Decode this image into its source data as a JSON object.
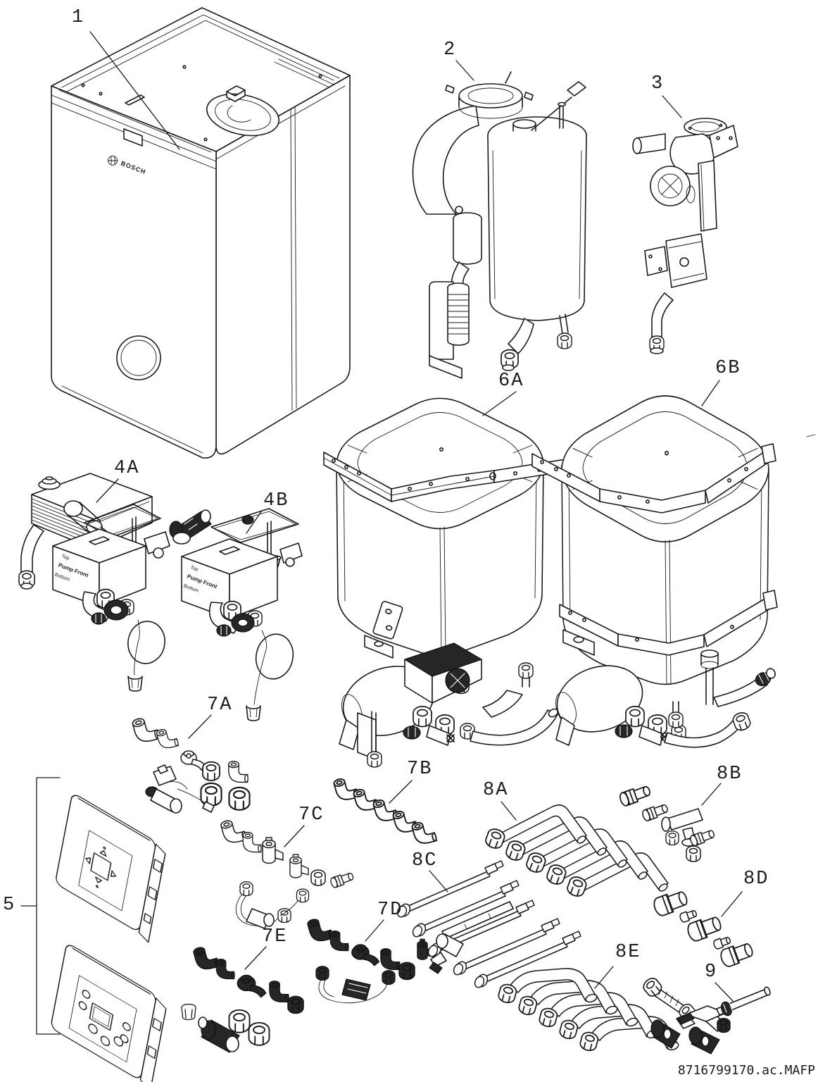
{
  "diagram": {
    "footer_code": "8716799170.ac.MAFP",
    "brand_logo": "BOSCH",
    "pump_box": {
      "top": "Top",
      "front": "Pump Front",
      "bottom": "Bottom"
    },
    "colors": {
      "line": "#1a1a1a",
      "background": "#ffffff"
    },
    "callouts": [
      {
        "label": "1"
      },
      {
        "label": "2"
      },
      {
        "label": "3"
      },
      {
        "label": "4A"
      },
      {
        "label": "4B"
      },
      {
        "label": "5"
      },
      {
        "label": "6A"
      },
      {
        "label": "6B"
      },
      {
        "label": "7A"
      },
      {
        "label": "7B"
      },
      {
        "label": "7C"
      },
      {
        "label": "7D"
      },
      {
        "label": "7E"
      },
      {
        "label": "8A"
      },
      {
        "label": "8B"
      },
      {
        "label": "8C"
      },
      {
        "label": "8D"
      },
      {
        "label": "8E"
      },
      {
        "label": "9"
      }
    ]
  }
}
